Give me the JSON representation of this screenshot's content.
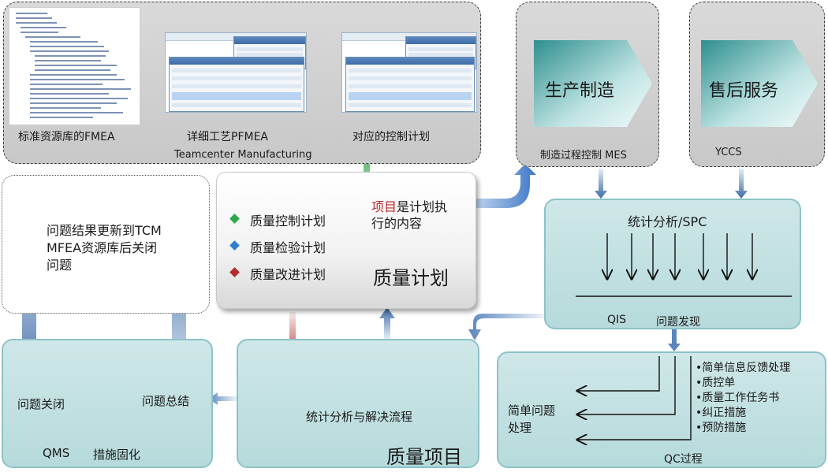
{
  "top_panel": {
    "caption_fmea": "标准资源库的FMEA",
    "caption_pfmea": "详细工艺PFMEA",
    "caption_control": "对应的控制计划",
    "label": "Teamcenter Manufacturing"
  },
  "mes": {
    "title": "生产制造",
    "caption": "制造过程控制 MES"
  },
  "after_sales": {
    "title": "售后服务",
    "caption": "YCCS"
  },
  "closing_note": {
    "line1": "问题结果更新到TCM",
    "line2": "MFEA资源库后关闭",
    "line3": "问题"
  },
  "quality_plan": {
    "items": [
      {
        "label": "质量控制计划",
        "color": "#2aa84a"
      },
      {
        "label": "质量检验计划",
        "color": "#2f7fd0"
      },
      {
        "label": "质量改进计划",
        "color": "#b82a2a"
      }
    ],
    "note_highlight": "项目",
    "note_rest_line1": "是计划执",
    "note_line2": "行的内容",
    "title": "质量计划"
  },
  "spc": {
    "title": "统计分析/SPC",
    "qis": "QIS",
    "discovery": "问题发现"
  },
  "qms": {
    "close": "问题关闭",
    "summary": "问题总结",
    "footer_left": "QMS",
    "footer_right": "措施固化"
  },
  "quality_project": {
    "flow": "统计分析与解决流程",
    "title": "质量项目"
  },
  "qc": {
    "simple_line1": "简单问题",
    "simple_line2": "处理",
    "items": [
      "•简单信息反馈处理",
      "•质控单",
      "•质量工作任务书",
      "•纠正措施",
      "•预防措施"
    ],
    "title": "QC过程"
  },
  "colors": {
    "teal_fill": "#bfdfe0",
    "teal_border": "#8cc3c6",
    "blue_arrow": "#4a78b0",
    "green_arrow": "#2aa84a",
    "red_arrow": "#b82a2a"
  }
}
